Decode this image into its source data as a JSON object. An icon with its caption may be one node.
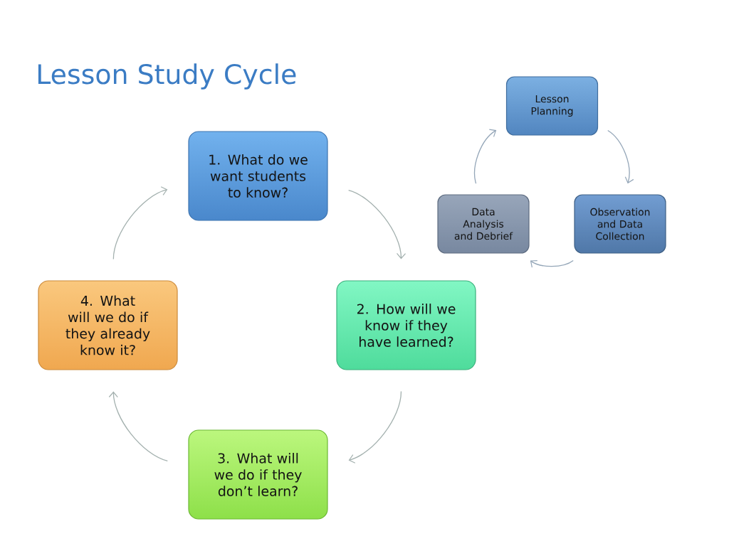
{
  "diagram": {
    "title": "Lesson Study Cycle",
    "nodes": [
      {
        "text": [
          "1. What do we want students to know?"
        ]
      },
      {
        "text": [
          "2. How will we know if they have learned?"
        ]
      },
      {
        "text": [
          "3. What will we do if they don’t learn?"
        ]
      },
      {
        "text": [
          "4. What will we do if they already know it?"
        ]
      },
      {
        "text": [
          "Lesson Planning"
        ]
      },
      {
        "text": [
          "Observation and Data Collection"
        ]
      },
      {
        "text": [
          "Data Analysis and Debrief"
        ]
      }
    ],
    "edges": [
      {
        "from": 0,
        "to": 1,
        "arrow": "to"
      },
      {
        "from": 1,
        "to": 2,
        "arrow": "to"
      },
      {
        "from": 2,
        "to": 3,
        "arrow": "to"
      },
      {
        "from": 3,
        "to": 0,
        "arrow": "to"
      },
      {
        "from": 4,
        "to": 5,
        "arrow": "to"
      },
      {
        "from": 5,
        "to": 6,
        "arrow": "to"
      },
      {
        "from": 6,
        "to": 4,
        "arrow": "to"
      }
    ]
  }
}
